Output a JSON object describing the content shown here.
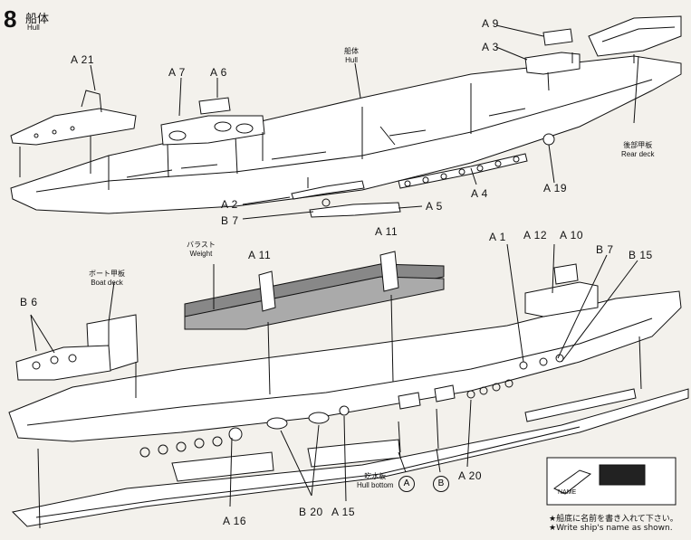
{
  "step": {
    "number": "8",
    "title_jp": "船体",
    "title_en": "Hull"
  },
  "labels": {
    "a21": "A 21",
    "a7": "A 7",
    "a6": "A 6",
    "a9": "A 9",
    "a3": "A 3",
    "a2": "A 2",
    "b7_top": "B 7",
    "a5": "A 5",
    "a4": "A 4",
    "a19": "A 19",
    "a11_left": "A 11",
    "a11_right": "A 11",
    "a1": "A 1",
    "a12": "A 12",
    "a10": "A 10",
    "b7_bottom": "B 7",
    "b15": "B 15",
    "b6": "B 6",
    "a16": "A 16",
    "b20": "B 20",
    "a15": "A 15",
    "a20": "A 20"
  },
  "callouts": {
    "hull_jp": "船体",
    "hull_en": "Hull",
    "rear_deck_jp": "後部甲板",
    "rear_deck_en": "Rear deck",
    "weight_jp": "バラスト",
    "weight_en": "Weight",
    "boat_deck_jp": "ボート甲板",
    "boat_deck_en": "Boat deck",
    "hull_bottom_jp": "吃水板",
    "hull_bottom_en": "Hull bottom"
  },
  "markers": {
    "a": "A",
    "b": "B"
  },
  "nameplate": {
    "text": "NAME"
  },
  "notes": {
    "jp": "★船底に名前を書き入れて下さい。",
    "en": "★Write ship's name as shown."
  }
}
